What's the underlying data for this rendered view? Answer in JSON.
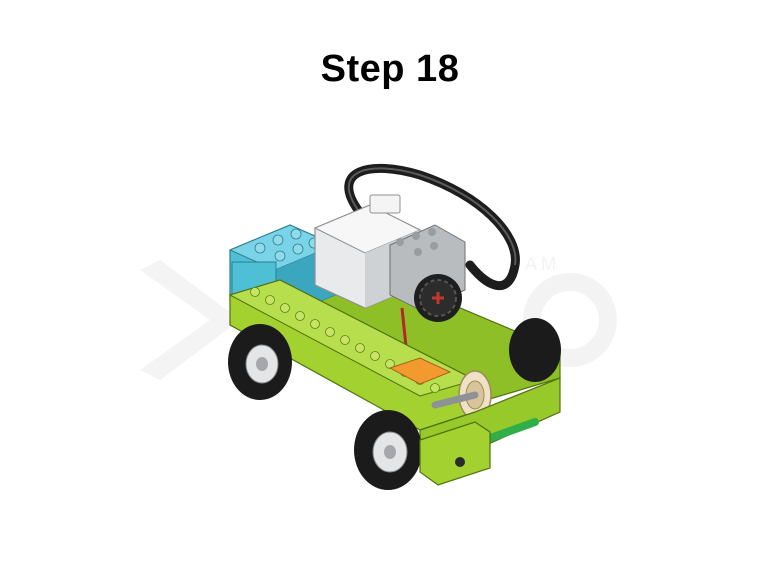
{
  "slide": {
    "title": "Step 18"
  },
  "illustration": {
    "subject": "lego-model-step",
    "watermark_text": "A M"
  },
  "colors": {
    "lime": "#9ccc2c",
    "lime_dark": "#6f9a18",
    "azure": "#4fbfd6",
    "motor_gray": "#c9ccce",
    "motor_white": "#f0f0f0",
    "tire": "#1c1c1c",
    "rim": "#d9dcdf",
    "orange": "#f29a2e",
    "green_axle": "#2fae4a",
    "gear_tan": "#e9d9b8"
  }
}
